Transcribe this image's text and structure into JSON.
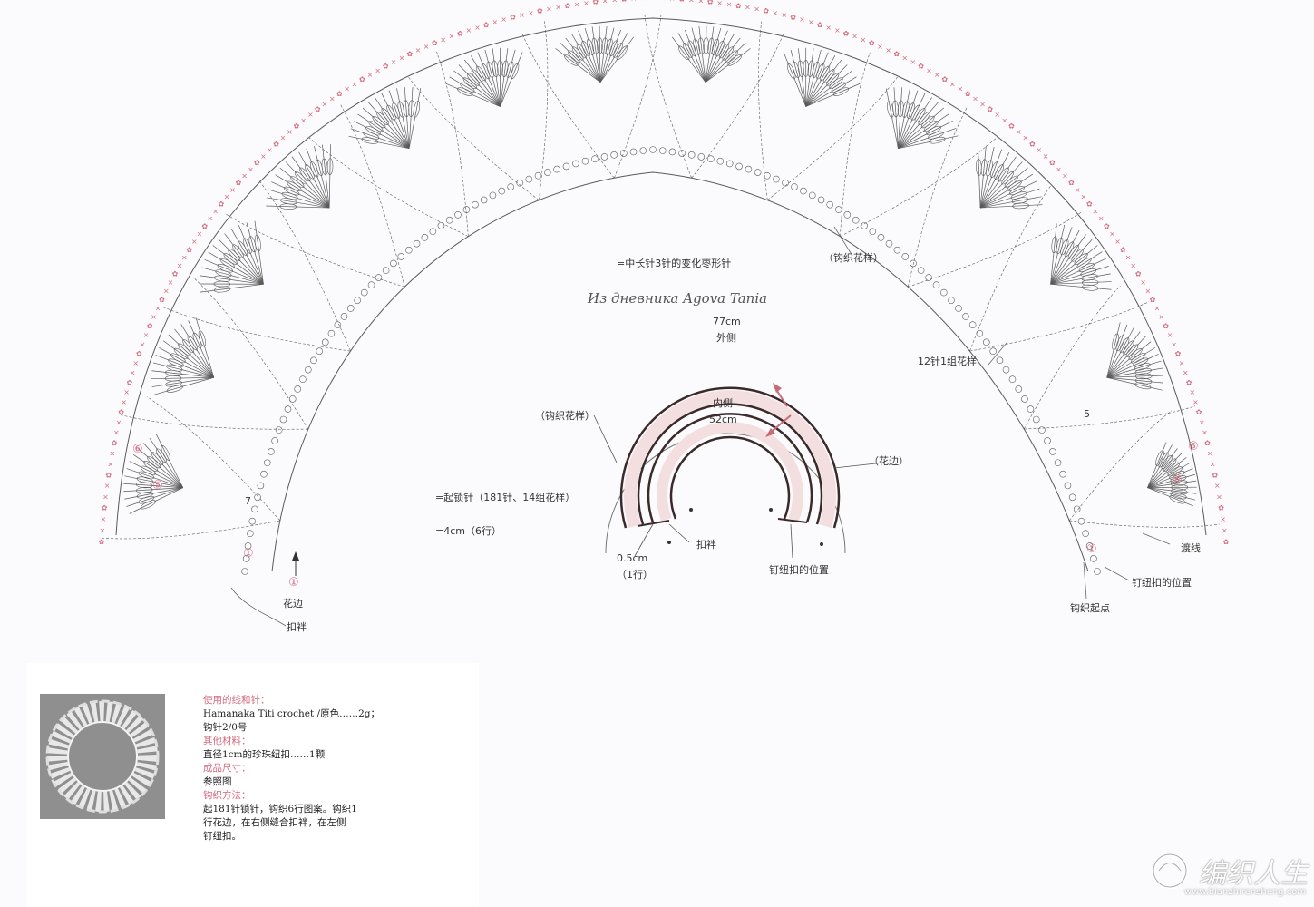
{
  "legend": {
    "stitch_symbol_text": "=中长针3针的变化枣形针",
    "star_black_text": "=起锁针（181针、14组花样）",
    "star_red_text": "=4cm（6行）"
  },
  "signature": "Из дневника Agova Tania",
  "schematic": {
    "outer_length": "77cm",
    "outer_side": "外侧",
    "inner_side": "内侧",
    "inner_length": "52cm",
    "pattern_label": "（钩织花样）",
    "edge_label": "（花边）",
    "button_loop": "扣袢",
    "edge_size": "0.5cm",
    "edge_rows": "（1行）",
    "button_position": "钉纽扣的位置"
  },
  "chart_labels": {
    "pattern_label": "（钩织花样）",
    "repeat_label": "12针1组花样",
    "left_edge": "花边",
    "left_loop": "扣袢",
    "row_6": "⑥",
    "row_5": "⑤",
    "row_1": "①",
    "row_7": "7",
    "row_5_plain": "5",
    "carry_thread": "渡线",
    "button_position": "钉纽扣的位置",
    "start_point": "钩织起点"
  },
  "materials": {
    "yarn_heading": "使用的线和针：",
    "yarn_line": "Hamanaka Titi crochet /原色……2g；",
    "hook_line": "钩针2/0号",
    "other_heading": "其他材料：",
    "other_line": "直径1cm的珍珠纽扣……1颗",
    "size_heading": "成品尺寸：",
    "size_line": "参照图",
    "method_heading": "钩织方法：",
    "method_line1": "起181针锁针，钩织6行图案。钩织1",
    "method_line2": "行花边，在右侧缝合扣袢，在左侧",
    "method_line3": "钉纽扣。"
  },
  "watermark": {
    "text": "编织人生",
    "url": "www.bianzhirensheng.com"
  },
  "colors": {
    "chart_line": "#5a5a5a",
    "accent_pink": "#d4707f",
    "band_fill": "#f3dfe0"
  }
}
